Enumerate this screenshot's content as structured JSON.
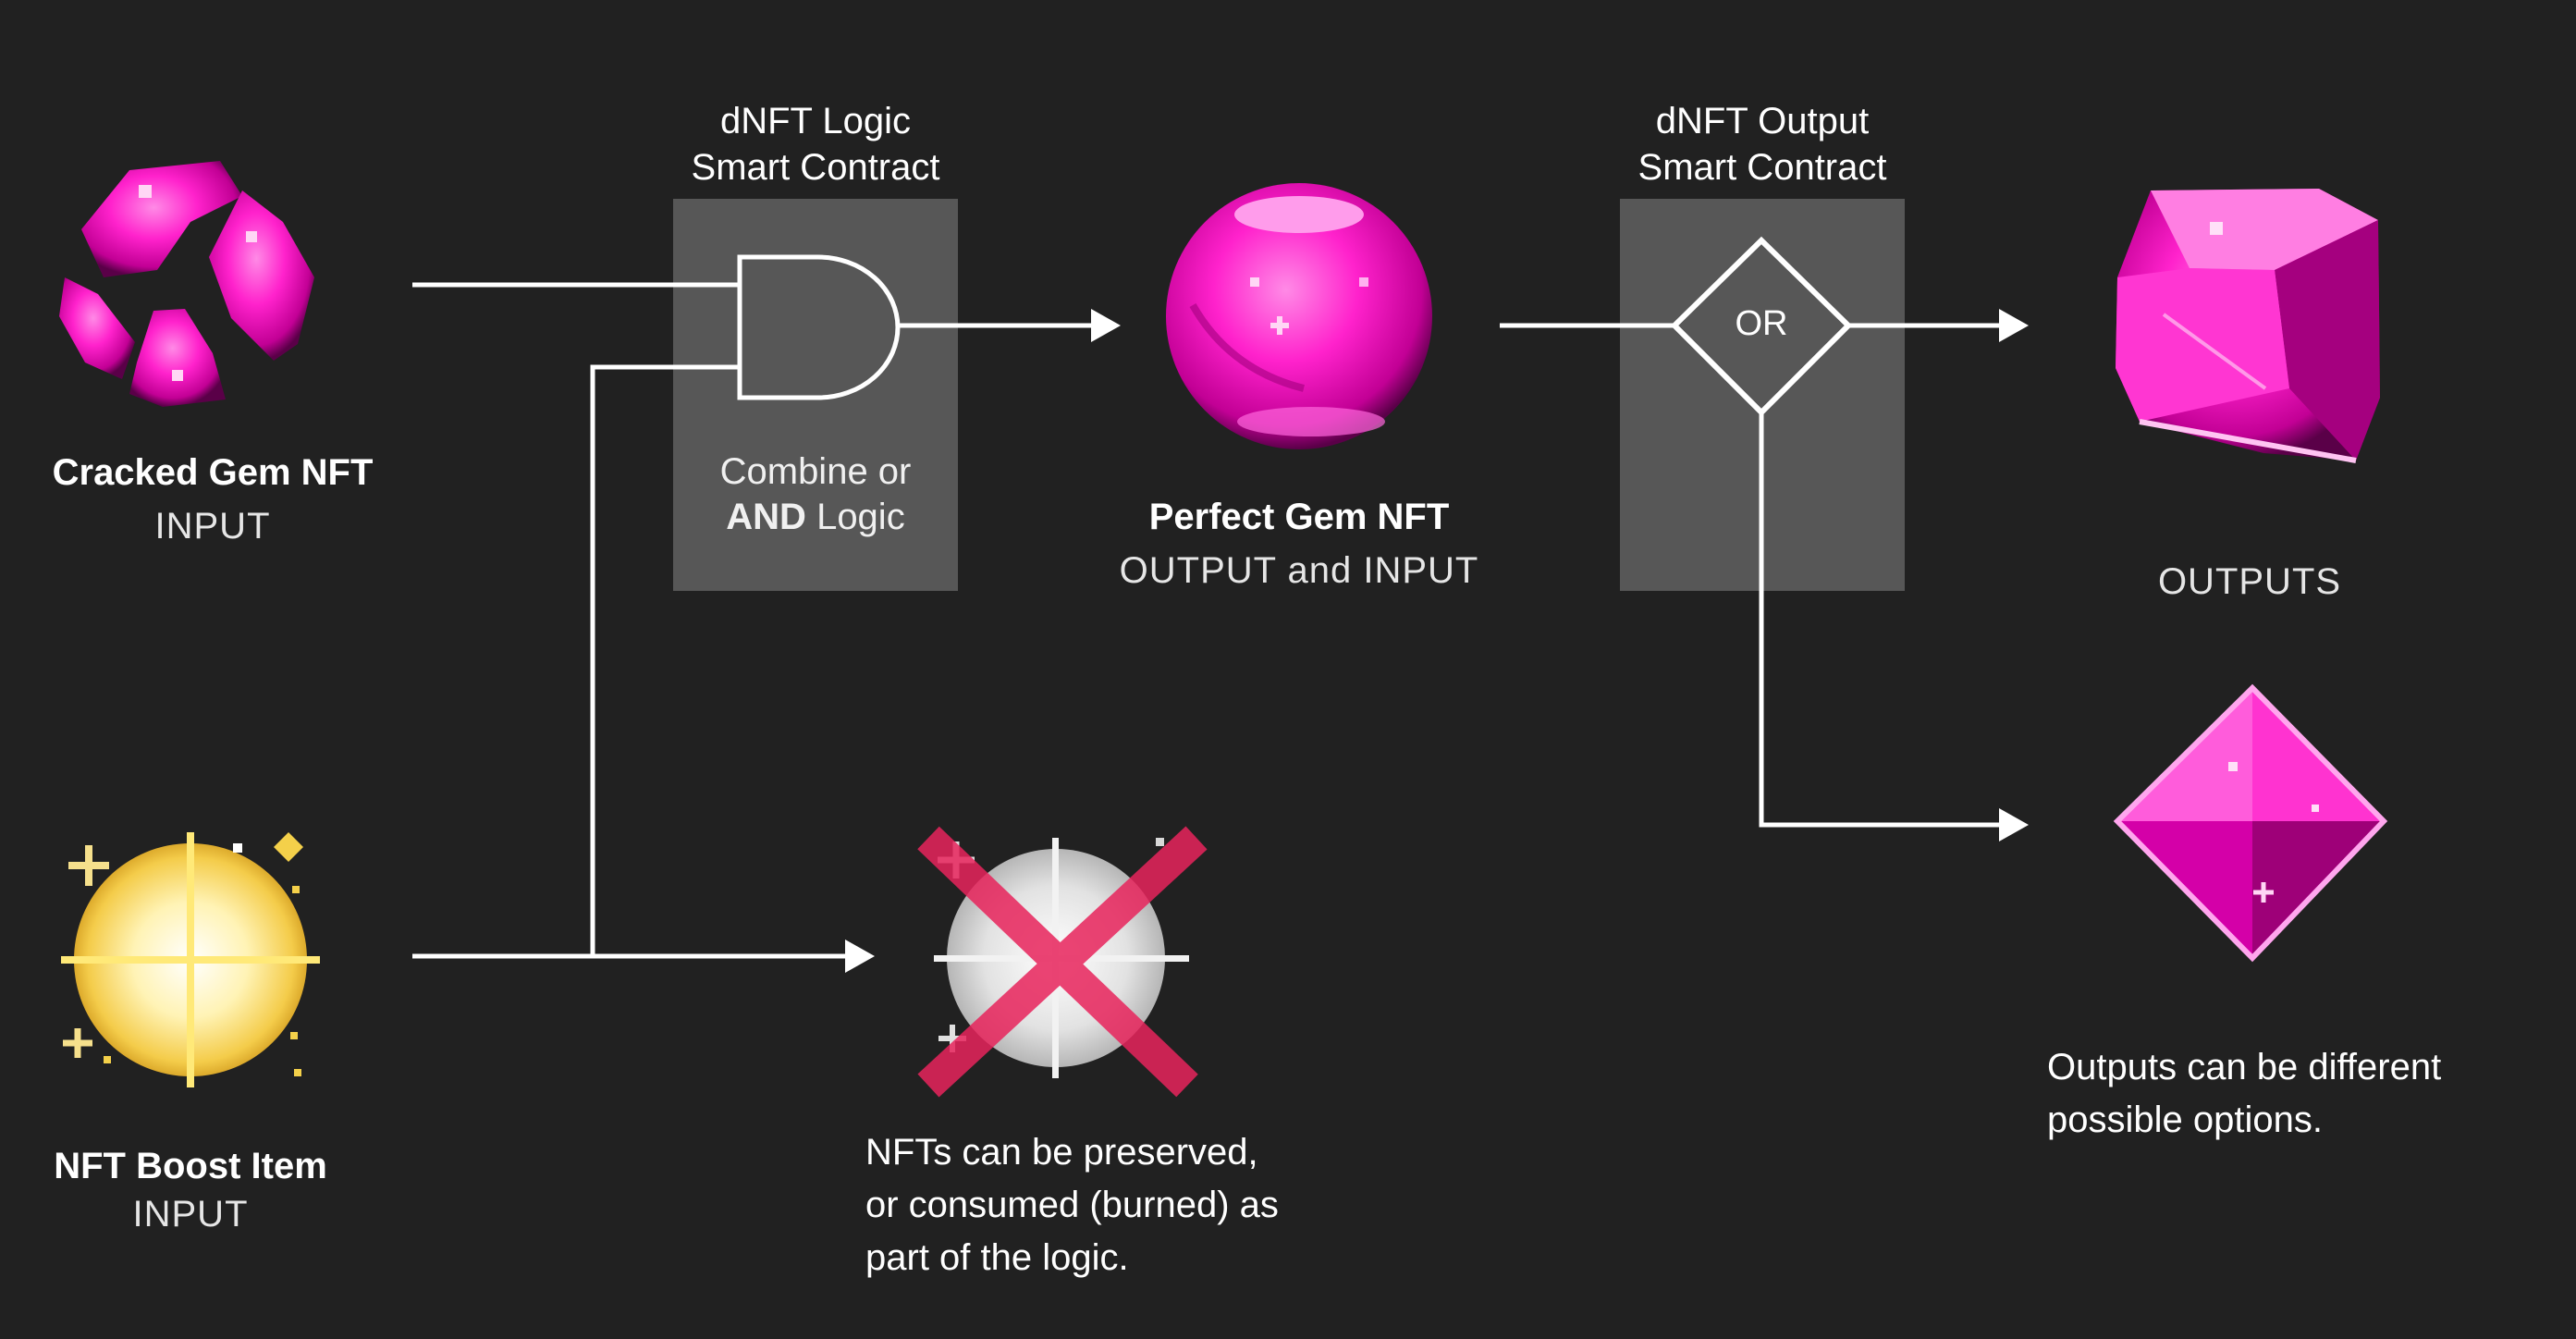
{
  "logic_contract": {
    "title_line1": "dNFT Logic",
    "title_line2": "Smart Contract",
    "desc_line1": "Combine or",
    "desc_bold": "AND",
    "desc_rest": " Logic"
  },
  "output_contract": {
    "title_line1": "dNFT Output",
    "title_line2": "Smart Contract",
    "gate_label": "OR"
  },
  "cracked_gem": {
    "name": "Cracked Gem NFT",
    "role": "INPUT"
  },
  "boost_item": {
    "name": "NFT Boost Item",
    "role": "INPUT"
  },
  "perfect_gem": {
    "name": "Perfect Gem NFT",
    "role": "OUTPUT and INPUT"
  },
  "outputs": {
    "label": "OUTPUTS"
  },
  "notes": {
    "burn_line1": "NFTs can be preserved,",
    "burn_line2": "or consumed (burned) as",
    "burn_line3": "part of the logic.",
    "outputs_line1": "Outputs can be different",
    "outputs_line2": "possible options."
  },
  "colors": {
    "background": "#212121",
    "contract_box": "#575757",
    "gem_magenta": "#ff1ec8",
    "boost_yellow": "#f7d24a",
    "burn_cross": "#e8245c"
  }
}
